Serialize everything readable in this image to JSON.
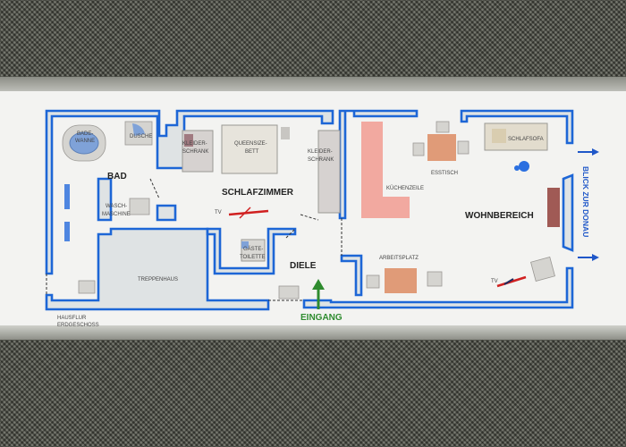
{
  "rooms": {
    "bad": "BAD",
    "schlafzimmer": "SCHLAFZIMMER",
    "diele": "DIELE",
    "wohnbereich": "WOHNBEREICH",
    "treppenhaus": "TREPPENHAUS",
    "hausflur_line1": "HAUSFLUR",
    "hausflur_line2": "ERDGESCHOSS"
  },
  "furniture": {
    "badewanne_line1": "BADE-",
    "badewanne_line2": "WANNE",
    "dusche": "DUSCHE",
    "kleiderschrank1_line1": "KLEIDER-",
    "kleiderschrank1_line2": "SCHRANK",
    "bett_line1": "QUEENSIZE-",
    "bett_line2": "BETT",
    "kleiderschrank2_line1": "KLEIDER-",
    "kleiderschrank2_line2": "SCHRANK",
    "waschmaschine_line1": "WASCH-",
    "waschmaschine_line2": "MASCHINE",
    "tv_bedroom": "TV",
    "gaestetoilette_line1": "GÄSTE-",
    "gaestetoilette_line2": "TOILETTE",
    "kuechenzeile": "KÜCHENZEILE",
    "esstisch": "ESSTISCH",
    "schlafsofa": "SCHLAFSOFA",
    "arbeitsplatz": "ARBEITSPLATZ",
    "tv_living": "TV"
  },
  "entrance": "EINGANG",
  "view": "BLICK ZUR DONAU",
  "colors": {
    "wall": "#1d66d6",
    "kitchen": "#f2a9a0",
    "table": "#e09b78",
    "entrance": "#2e8b2e",
    "view_arrow": "#1f57c8",
    "tv": "#d02020",
    "lamp": "#2a6fe0"
  }
}
